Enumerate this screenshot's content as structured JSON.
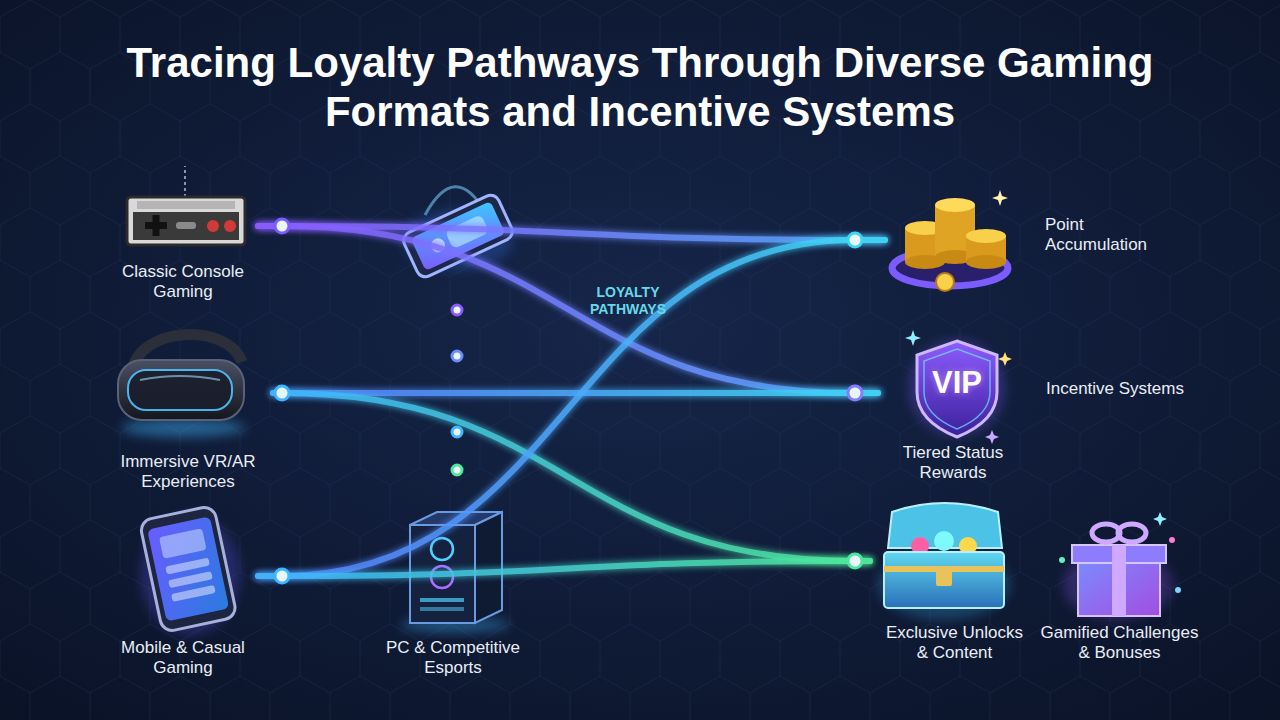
{
  "diagram": {
    "title": "Tracing Loyalty Pathways Through Diverse Gaming Formats and Incentive Systems",
    "nodes": [
      {
        "text": [
          "Classic Console Gaming"
        ]
      },
      {
        "text": [
          "Immersive VR/AR Experiences"
        ]
      },
      {
        "text": [
          "Mobile & Casual Gaming"
        ]
      },
      {
        "text": [
          "PC & Competitive Esports"
        ]
      },
      {
        "text": [
          "Point Accumulation"
        ]
      },
      {
        "text": [
          "VIP",
          "Tiered Status Rewards"
        ]
      },
      {
        "text": [
          "Exclusive Unlocks & Content"
        ]
      },
      {
        "text": [
          "Gamified Challenges & Bonuses"
        ]
      }
    ],
    "edges": [
      {
        "from": 0,
        "to": 4,
        "arrow": "none"
      },
      {
        "from": 0,
        "to": 5,
        "arrow": "none"
      },
      {
        "from": 1,
        "to": 5,
        "arrow": "none"
      },
      {
        "from": 1,
        "to": 6,
        "arrow": "none"
      },
      {
        "from": 2,
        "to": 4,
        "arrow": "none"
      },
      {
        "from": 2,
        "to": 6,
        "arrow": "none"
      }
    ],
    "labels": [
      "LOYALTY PATHWAYS",
      "Incentive Systems"
    ]
  }
}
